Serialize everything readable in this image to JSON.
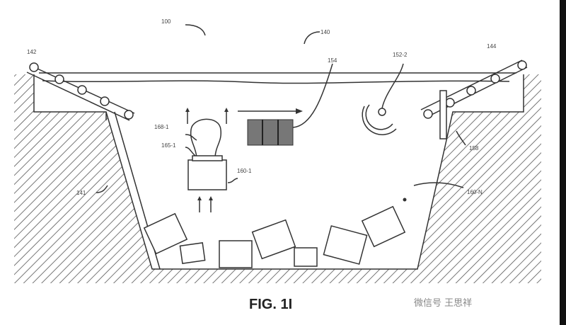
{
  "figure": {
    "caption": "FIG. 1I",
    "labels": {
      "system": "100",
      "zone": "140",
      "left_conveyor": "142",
      "right_conveyor": "144",
      "solar_panel": "154",
      "speaker": "152-2",
      "bulb": "168-1",
      "bulb_base": "165-1",
      "package": "160-1",
      "pit_wall": "141",
      "post": "158",
      "packages_n": "160-N"
    },
    "watermark": "微信号 王思祥"
  },
  "colors": {
    "ink": "#333333",
    "edge_bar": "#111111"
  }
}
